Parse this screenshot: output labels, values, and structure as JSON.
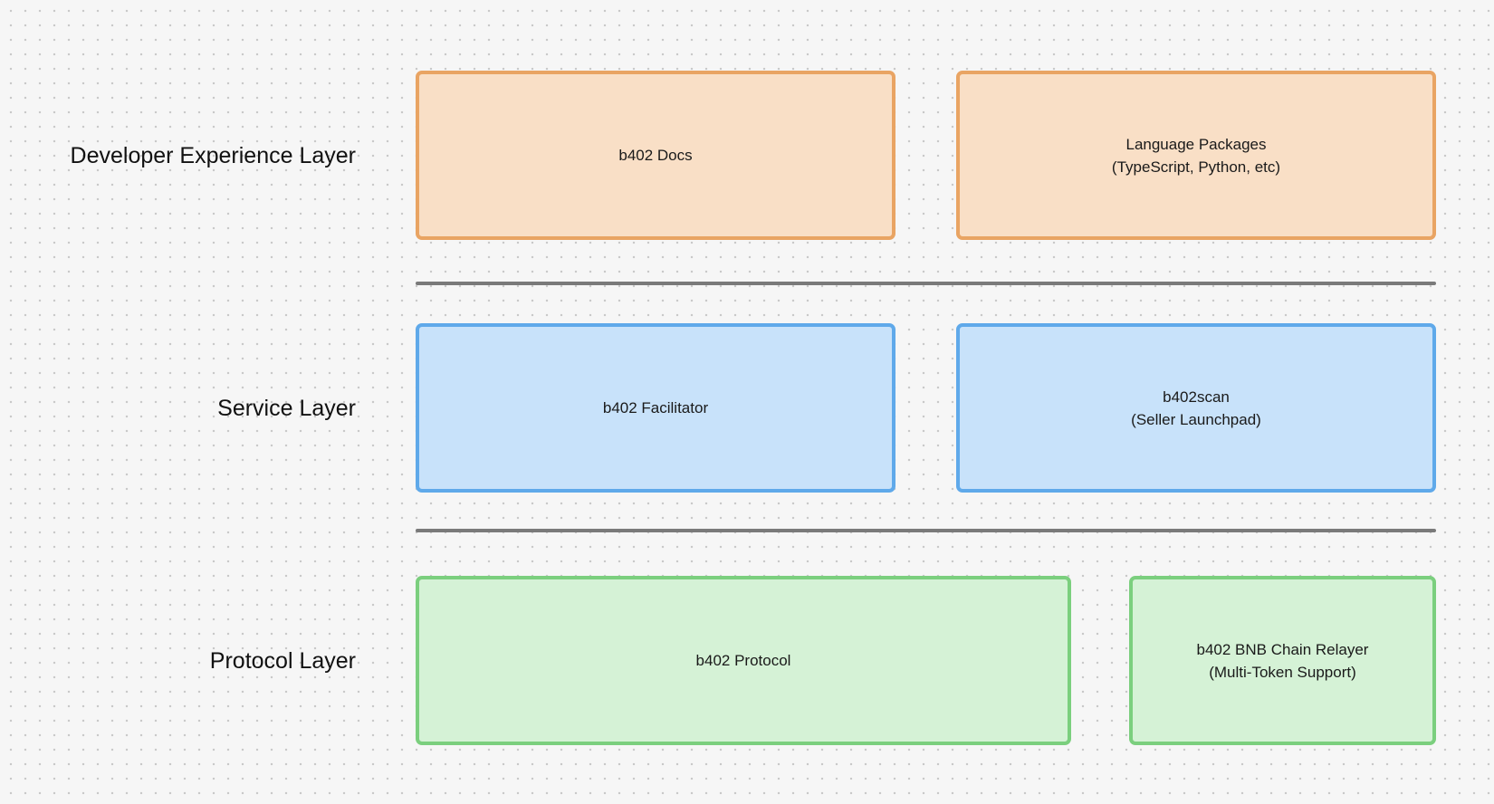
{
  "layers": {
    "developer": {
      "label": "Developer Experience Layer",
      "boxes": [
        {
          "lines": [
            "b402 Docs"
          ]
        },
        {
          "lines": [
            "Language Packages",
            "(TypeScript, Python, etc)"
          ]
        }
      ]
    },
    "service": {
      "label": "Service Layer",
      "boxes": [
        {
          "lines": [
            "b402 Facilitator"
          ]
        },
        {
          "lines": [
            "b402scan",
            "(Seller Launchpad)"
          ]
        }
      ]
    },
    "protocol": {
      "label": "Protocol Layer",
      "boxes": [
        {
          "lines": [
            "b402 Protocol"
          ]
        },
        {
          "lines": [
            "b402 BNB Chain Relayer",
            "(Multi-Token Support)"
          ]
        }
      ]
    }
  },
  "colors": {
    "developer_fill": "#f9dfc6",
    "developer_border": "#e9a463",
    "service_fill": "#c8e2fa",
    "service_border": "#5fa9ea",
    "protocol_fill": "#d5f2d6",
    "protocol_border": "#7bcf7e",
    "divider": "#7a7a7a",
    "canvas_background": "#f6f6f6"
  }
}
